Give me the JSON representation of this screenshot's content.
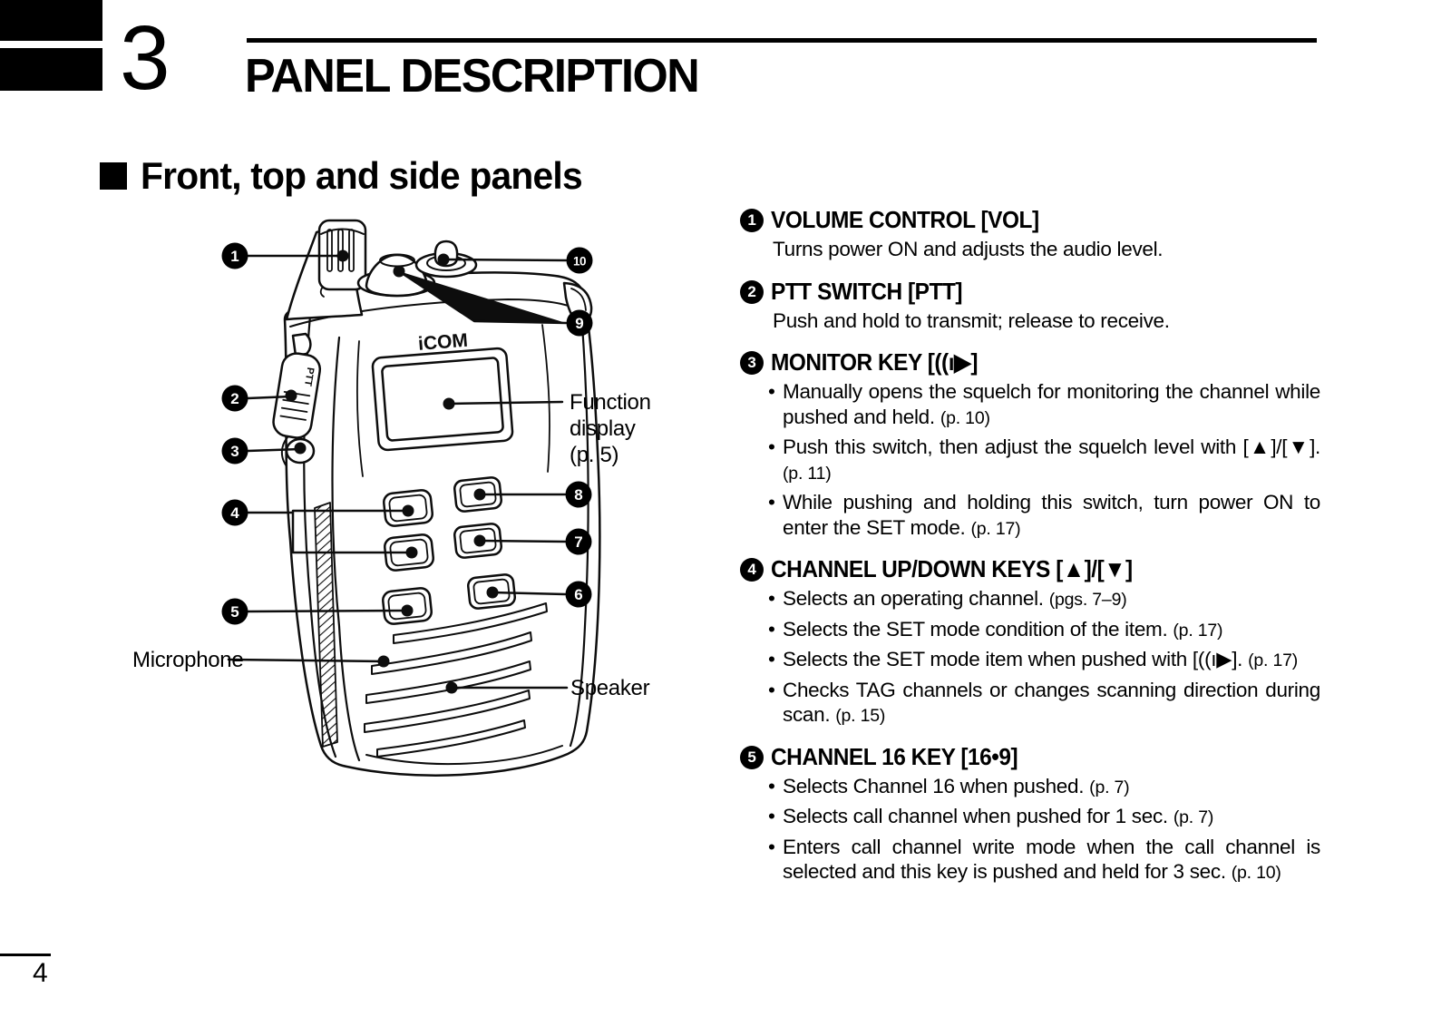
{
  "page": {
    "paper_color": "#ffffff",
    "ink_color": "#000000",
    "chapter_number": "3",
    "title": "PANEL DESCRIPTION",
    "section_heading": "Front, top and side panels",
    "page_number": "4"
  },
  "diagram": {
    "logo_text": "iCOM",
    "ptt_label": "PTT",
    "labels": {
      "function_display_line1": "Function",
      "function_display_line2": "display",
      "function_display_line3": "(p. 5)",
      "microphone": "Microphone",
      "speaker": "Speaker"
    },
    "callouts": [
      "1",
      "2",
      "3",
      "4",
      "5",
      "6",
      "7",
      "8",
      "9",
      "10"
    ]
  },
  "descriptions": [
    {
      "number": "1",
      "heading": "VOLUME CONTROL [VOL]",
      "body": {
        "text": "Turns power ON and adjusts the audio level.",
        "ref": ""
      }
    },
    {
      "number": "2",
      "heading": "PTT SWITCH [PTT]",
      "body": {
        "text": "Push and hold to transmit; release to receive.",
        "ref": ""
      }
    },
    {
      "number": "3",
      "heading": "MONITOR KEY [((ı▶]",
      "bullets": [
        {
          "text": "Manually opens the squelch for monitoring the channel while pushed and held.",
          "ref": "(p. 10)"
        },
        {
          "text": "Push this switch, then adjust the squelch level with [▲]/[▼].",
          "ref": "(p. 11)"
        },
        {
          "text": "While pushing and holding this switch, turn power ON to enter the SET mode.",
          "ref": "(p. 17)"
        }
      ]
    },
    {
      "number": "4",
      "heading": "CHANNEL UP/DOWN KEYS [▲]/[▼]",
      "bullets": [
        {
          "text": "Selects an operating channel.",
          "ref": "(pgs. 7–9)"
        },
        {
          "text": "Selects the SET mode condition of the item.",
          "ref": "(p. 17)"
        },
        {
          "text": "Selects the SET mode item when pushed with [((ı▶].",
          "ref": "(p. 17)"
        },
        {
          "text": "Checks TAG channels or changes scanning direction during scan.",
          "ref": "(p. 15)"
        }
      ]
    },
    {
      "number": "5",
      "heading": "CHANNEL 16 KEY [16•9]",
      "bullets": [
        {
          "text": "Selects Channel 16 when pushed.",
          "ref": "(p. 7)"
        },
        {
          "text": "Selects call channel when pushed for 1 sec.",
          "ref": "(p. 7)"
        },
        {
          "text": "Enters call channel write mode when the call channel is selected and this key is pushed and held for 3 sec.",
          "ref": "(p. 10)"
        }
      ]
    }
  ]
}
